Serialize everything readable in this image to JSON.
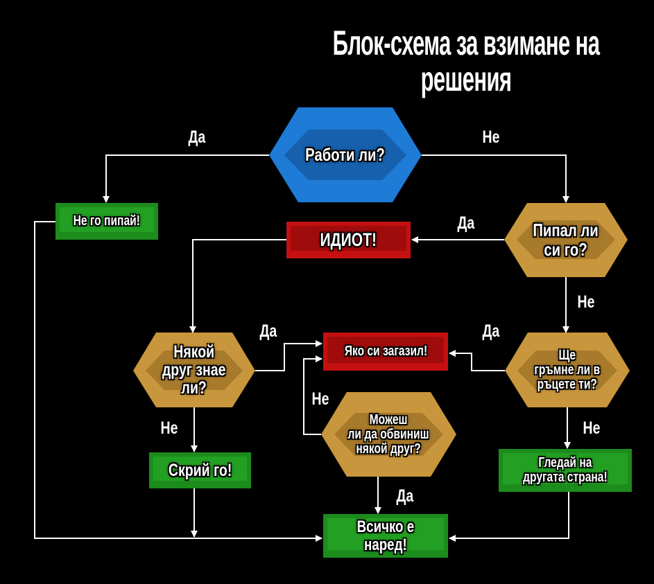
{
  "title": "Блок-схема за взимане на решения",
  "colors": {
    "blue": "#1e7bd6",
    "gold": "#c8963c",
    "green": "#1c8c1c",
    "red": "#c41010",
    "line": "#ffffff"
  },
  "nodes": {
    "works": "Работи ли?",
    "dont_touch": "Не го пипай!",
    "idiot": "ИДИОТ!",
    "touched": "Пипал ли\nси го?",
    "someone_knows": "Някой\nдруг знае\nли?",
    "in_trouble": "Яко си загазил!",
    "explode": "Ще\nгръмне ли в\nръцете ти?",
    "blame": "Можеш\nли да обвиниш\nнякой друг?",
    "hide": "Скрий го!",
    "look_away": "Гледай на\nдругата страна!",
    "all_good": "Всичко е\nнаред!"
  },
  "edges": {
    "works_yes": "Да",
    "works_no": "Не",
    "touched_yes": "Да",
    "touched_no": "Не",
    "knows_yes": "Да",
    "explode_yes": "Да",
    "blame_no": "Не",
    "knows_no": "Не",
    "explode_no": "Не",
    "blame_yes": "Да"
  }
}
